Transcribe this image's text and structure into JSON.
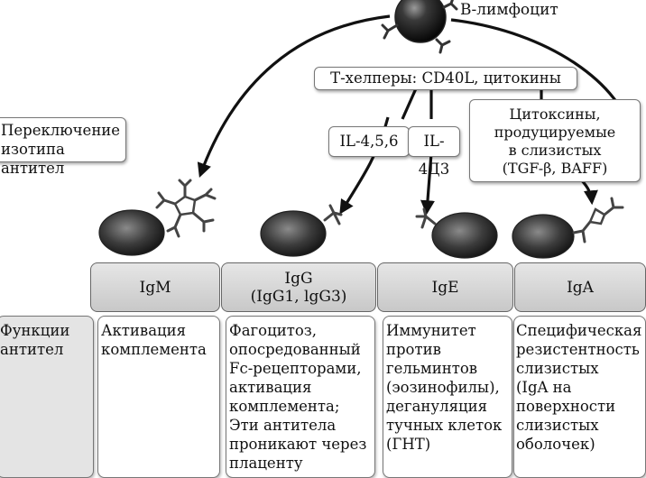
{
  "b_cell_label": "В-лимфоцит",
  "t_helpers_label": "Т-хелперы: CD40L, цитокины",
  "isotype_switch_label": "Переключение\nизотипа антител",
  "cytokines": {
    "il456": "IL-4,5,6",
    "il4d3": "IL-4Д3",
    "mucosal": "Цитоксины,\nпродуцируемые\nв слизистых\n(TGF-β, BAFF)"
  },
  "isotypes": [
    {
      "name": "IgM",
      "sub": ""
    },
    {
      "name": "IgG",
      "sub": "(IgG1, lgG3)"
    },
    {
      "name": "IgE",
      "sub": ""
    },
    {
      "name": "IgA",
      "sub": ""
    }
  ],
  "functions_header": "Функции\nантител",
  "functions": [
    "Активация\nкомплемента",
    "Фагоцитоз,\nопосредованный\nFc-рецепторами,\nактивация\nкомплемента;\nЭти антитела\nпроникают через\nплаценту",
    "Иммунитет\nпротив\nгельминтов\n(эозинофилы),\nдегануляция\nтучных клеток\n(ГНТ)",
    "Специфическая\nрезистентность\nслизистых\n(IgA на\nповерхности\nслизистых\nоболочек)"
  ]
}
